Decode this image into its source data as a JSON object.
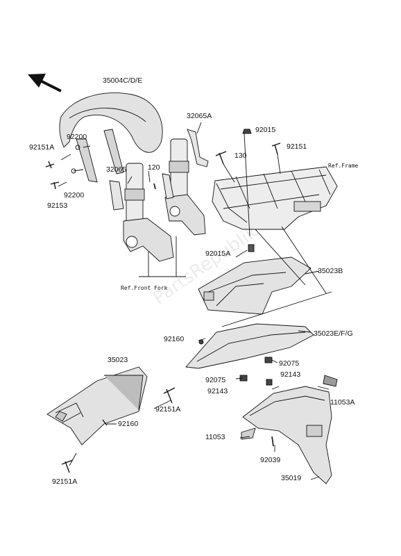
{
  "watermark": "PartsRepublik",
  "references": {
    "frame": "Ref.Frame",
    "front_fork": "Ref.Front Fork"
  },
  "parts": {
    "p35004cde": "35004C/D/E",
    "p32065a": "32065A",
    "p92200_top": "92200",
    "p92151a_top": "92151A",
    "p32065": "32065",
    "p120": "120",
    "p92200_bottom": "92200",
    "p92153": "92153",
    "p92015": "92015",
    "p130": "130",
    "p92151": "92151",
    "p92015a": "92015A",
    "p35023b": "35023B",
    "p92160_mid": "92160",
    "p35023efg": "35023E/F/G",
    "p92075_right": "92075",
    "p92075_left": "92075",
    "p92143_right": "92143",
    "p92143_left": "92143",
    "p35023": "35023",
    "p92151a_mid": "92151A",
    "p11053a": "11053A",
    "p92160_bottom": "92160",
    "p11053": "11053",
    "p92039": "92039",
    "p35019": "35019",
    "p92151a_bottom": "92151A"
  }
}
